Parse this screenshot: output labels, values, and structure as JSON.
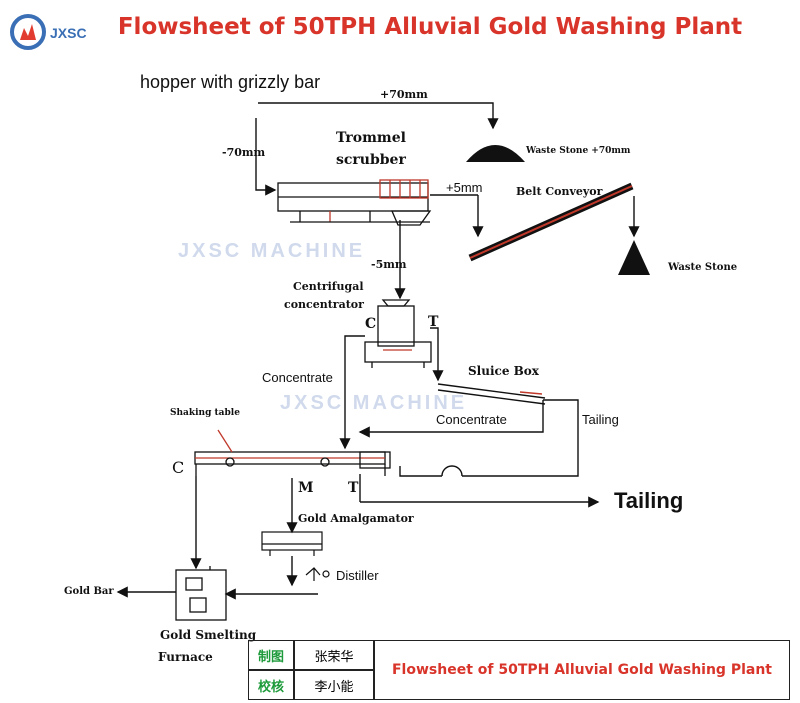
{
  "header": {
    "title": "Flowsheet of 50TPH Alluvial Gold Washing Plant",
    "logo_text": "JXSC"
  },
  "watermark": {
    "text": "JXSC MACHINE"
  },
  "labels": {
    "hopper": "hopper with grizzly bar",
    "plus70": "+70mm",
    "minus70": "-70mm",
    "trommel": "Trommel",
    "scrubber": "scrubber",
    "waste_stone_70": "Waste Stone +70mm",
    "plus5": "+5mm",
    "belt_conveyor": "Belt Conveyor",
    "minus5": "-5mm",
    "waste_stone": "Waste Stone",
    "centrifugal": "Centrifugal",
    "concentrator": "concentrator",
    "c_centrifugal": "C",
    "t_centrifugal": "T",
    "concentrate_left": "Concentrate",
    "sluice_box": "Sluice Box",
    "shaking_table": "Shaking table",
    "concentrate_sluice": "Concentrate",
    "tailing_small": "Tailing",
    "c_table": "C",
    "m_table": "M",
    "t_table": "T",
    "tailing_big": "Tailing",
    "gold_amalgamator": "Gold Amalgamator",
    "distiller": "Distiller",
    "gold_bar": "Gold Bar",
    "gold_smelting": "Gold Smelting",
    "furnace": "Furnace"
  },
  "title_block": {
    "row1_label": "制图",
    "row1_name": "张荣华",
    "row2_label": "校核",
    "row2_name": "李小能",
    "title": "Flowsheet of 50TPH Alluvial Gold Washing Plant"
  },
  "colors": {
    "title_red": "#d8342a",
    "block_green": "#1d9a3a",
    "watermark": "#7896c8"
  }
}
